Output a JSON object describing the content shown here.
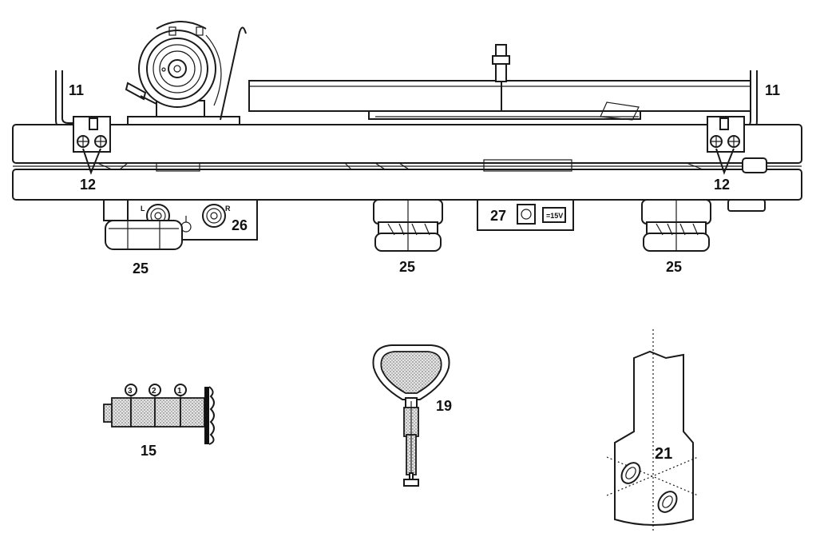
{
  "labels": {
    "hinge_left": "11",
    "hinge_right": "11",
    "screws_left": "12",
    "screws_right": "12",
    "foot_left": "25",
    "foot_center": "25",
    "foot_right": "25",
    "rca_outputs": "26",
    "power_socket": "27",
    "tool_15": "15",
    "tool_19": "19",
    "tool_21": "21"
  },
  "markings": {
    "rca_left_channel": "L",
    "rca_right_channel": "R",
    "power_rating": "=15V",
    "gauge_step_1": "1",
    "gauge_step_2": "2",
    "gauge_step_3": "3"
  }
}
